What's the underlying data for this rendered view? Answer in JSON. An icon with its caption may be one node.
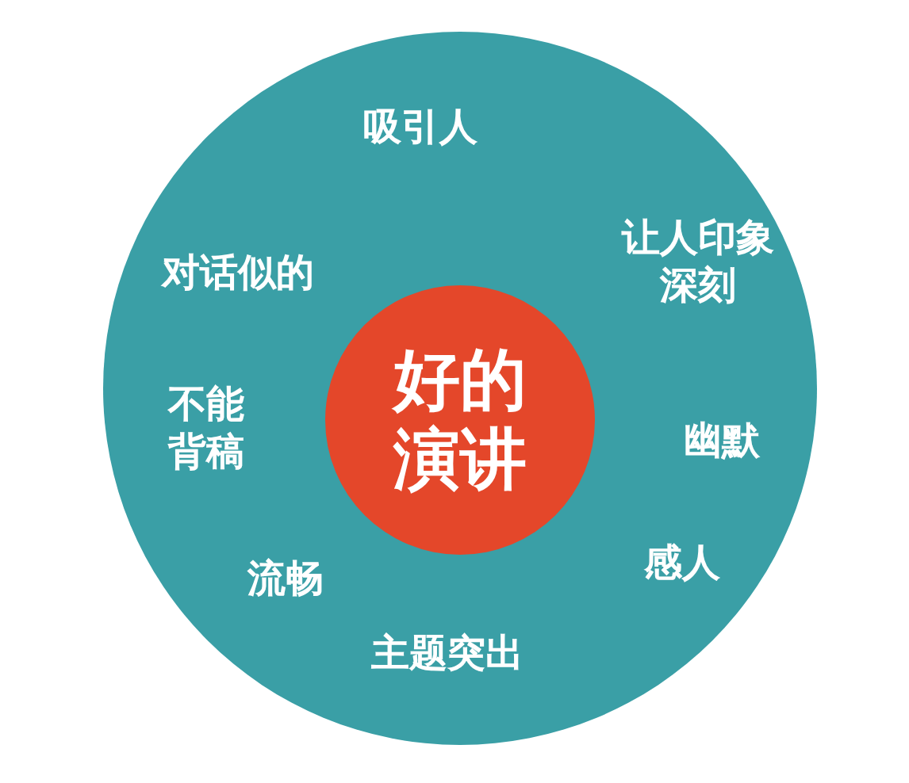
{
  "diagram": {
    "nodes": [
      {
        "text": [],
        "shape": "circle"
      },
      {
        "text": [
          "好的演讲"
        ],
        "in": 0
      }
    ],
    "labels": [
      "吸引人",
      "对话似的",
      "让人印象深刻",
      "不能背稿",
      "幽默",
      "流畅",
      "感人",
      "主题突出"
    ]
  }
}
